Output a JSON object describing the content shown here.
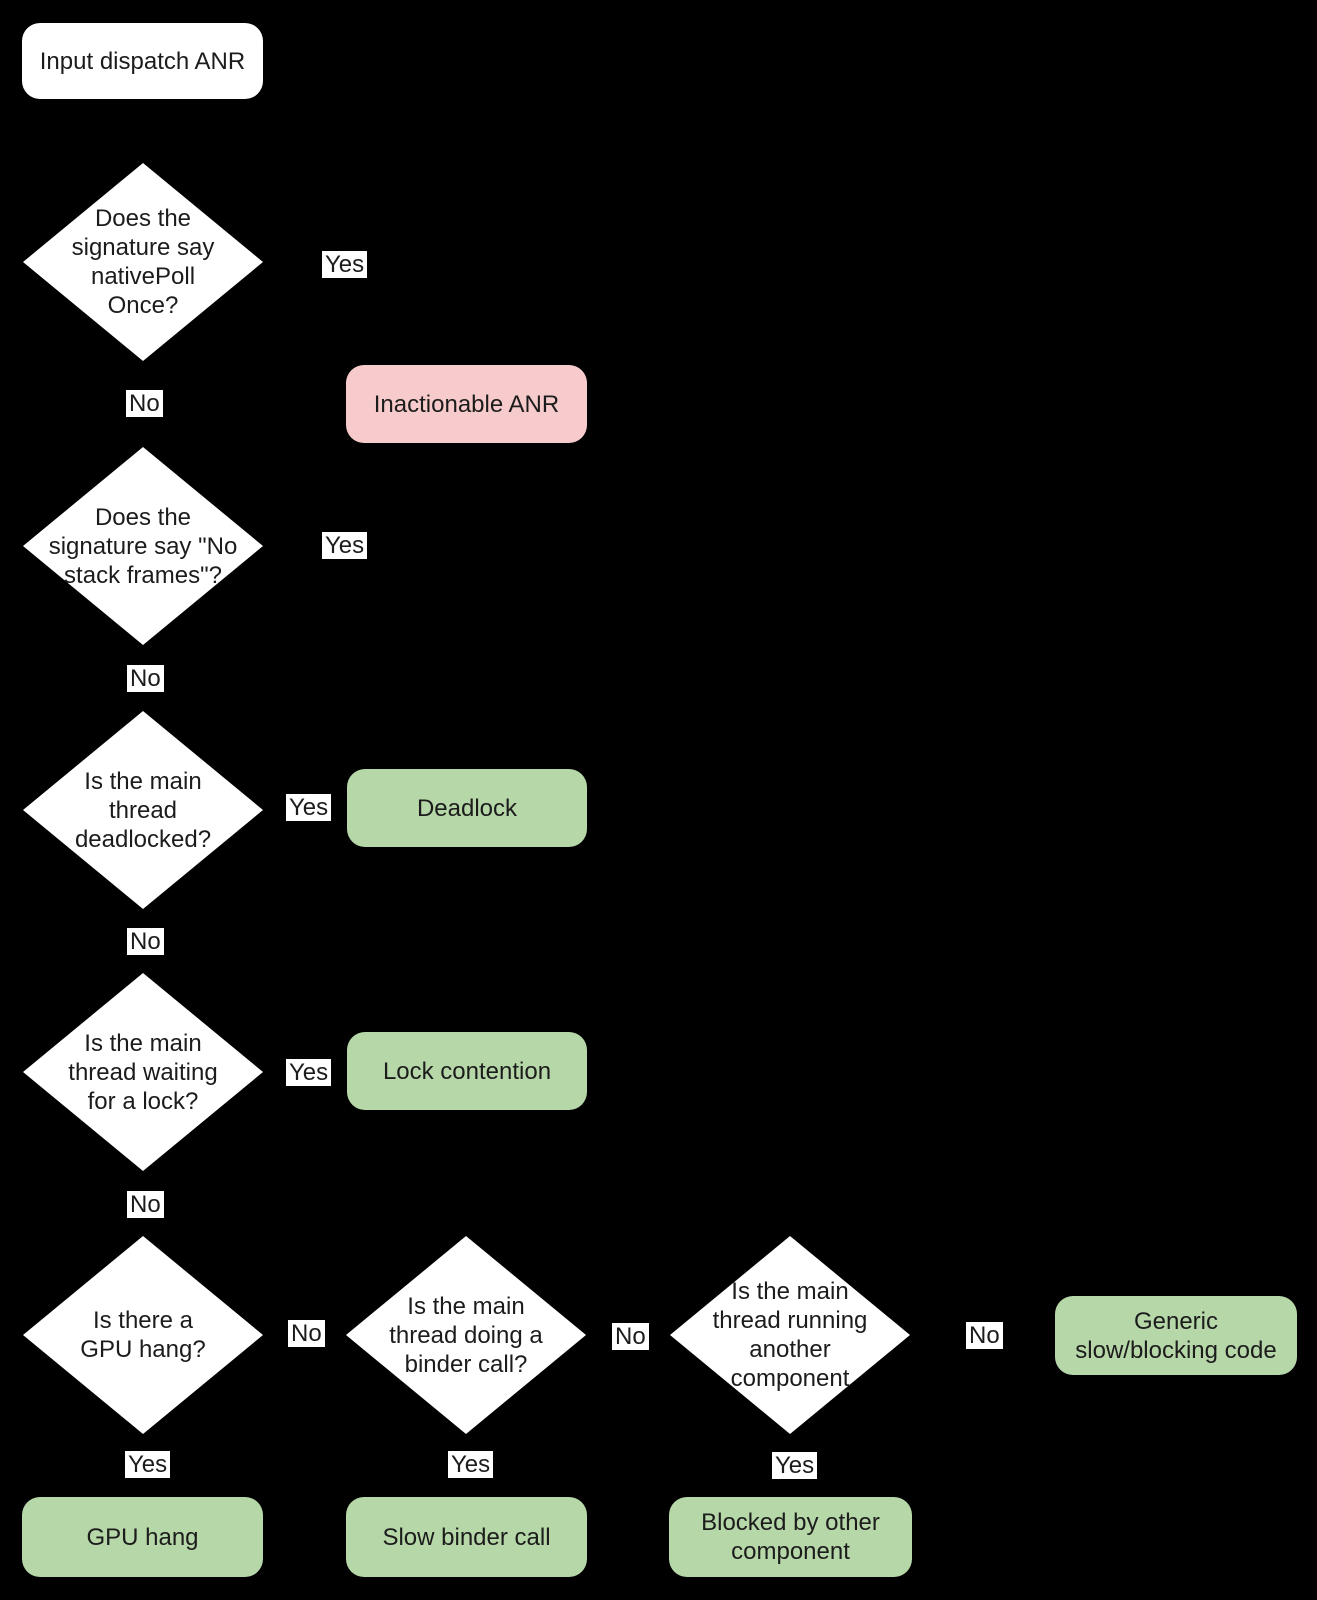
{
  "colors": {
    "background": "#000000",
    "node_white": "#ffffff",
    "node_red": "#f7cbcb",
    "node_green": "#b6d7a8",
    "text": "#1c1c1c"
  },
  "nodes": {
    "start": "Input dispatch ANR",
    "native_poll": "Does the\nsignature say\nnativePoll\nOnce?",
    "no_stack_frames": "Does the\nsignature say \"No\nstack frames\"?",
    "deadlocked": "Is the main\nthread\ndeadlocked?",
    "waiting_lock": "Is the main\nthread waiting\nfor a lock?",
    "gpu_hang_q": "Is there a\nGPU hang?",
    "binder_call_q": "Is the main\nthread doing a\nbinder call?",
    "other_component_q": "Is the main\nthread running\nanother\ncomponent"
  },
  "outcomes": {
    "inactionable": "Inactionable ANR",
    "deadlock": "Deadlock",
    "lock_contention": "Lock contention",
    "gpu_hang": "GPU hang",
    "slow_binder": "Slow binder call",
    "blocked_other": "Blocked by other\ncomponent",
    "generic_slow": "Generic\nslow/blocking code"
  },
  "edge_labels": {
    "native_poll_yes": "Yes",
    "native_poll_no": "No",
    "no_stack_frames_yes": "Yes",
    "no_stack_frames_no": "No",
    "deadlocked_yes": "Yes",
    "deadlocked_no": "No",
    "waiting_lock_yes": "Yes",
    "waiting_lock_no": "No",
    "gpu_hang_no": "No",
    "gpu_hang_yes": "Yes",
    "binder_call_no": "No",
    "binder_call_yes": "Yes",
    "other_component_no": "No",
    "other_component_yes": "Yes"
  }
}
